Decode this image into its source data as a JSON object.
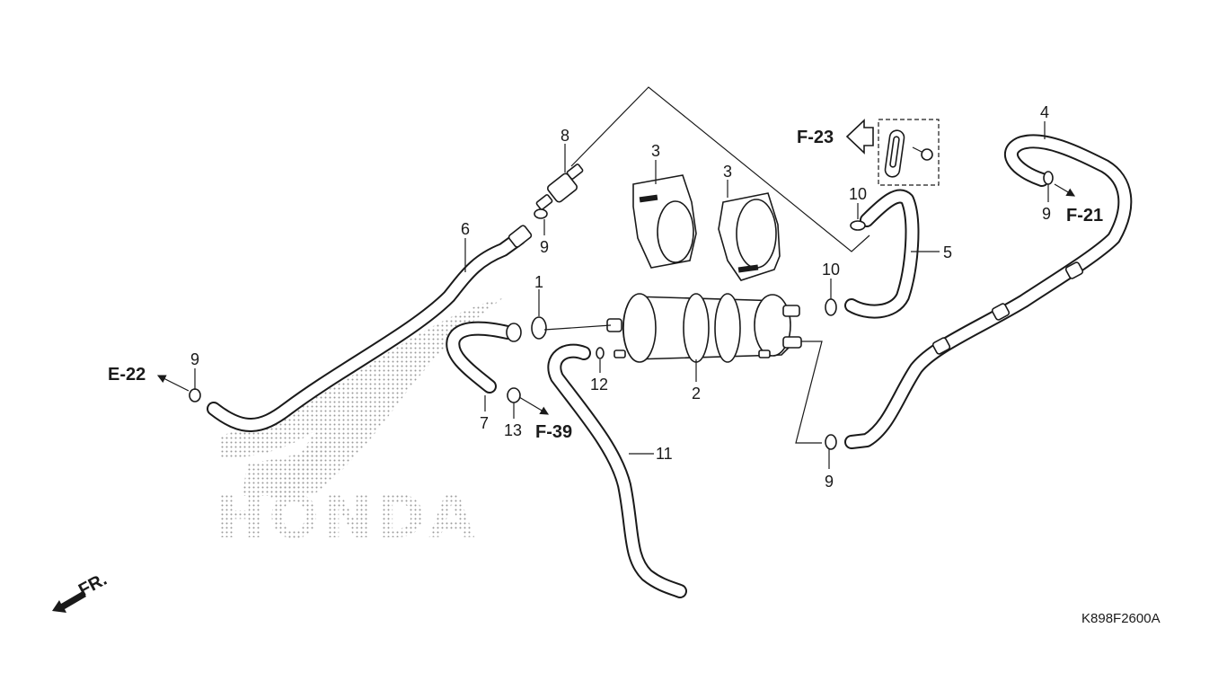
{
  "diagram": {
    "image_code": "K898F2600A",
    "watermark_text": "HONDA",
    "front_indicator": "FR.",
    "callouts": {
      "c1": "1",
      "c2": "2",
      "c3a": "3",
      "c3b": "3",
      "c4": "4",
      "c5": "5",
      "c6": "6",
      "c7": "7",
      "c8": "8",
      "c9a": "9",
      "c9b": "9",
      "c9c": "9",
      "c9d": "9",
      "c10a": "10",
      "c10b": "10",
      "c11": "11",
      "c12": "12",
      "c13": "13"
    },
    "references": {
      "e22": "E-22",
      "f39": "F-39",
      "f23": "F-23",
      "f21": "F-21"
    }
  }
}
